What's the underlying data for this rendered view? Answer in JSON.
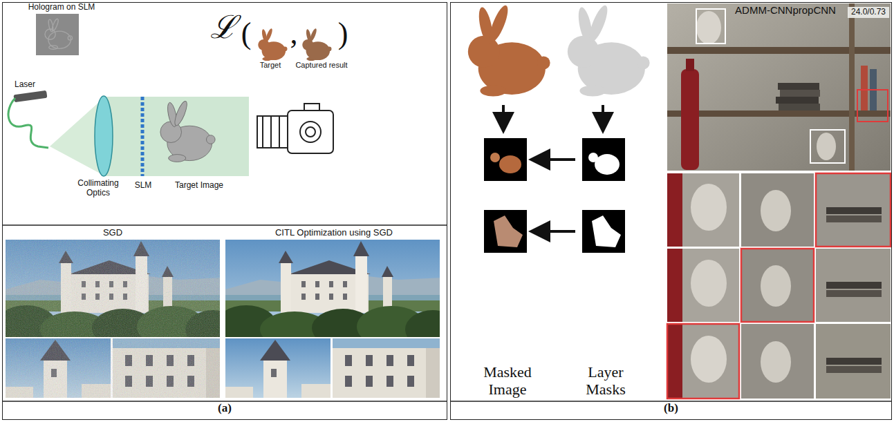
{
  "diagram": {
    "nodes": [
      {
        "text": [
          "(a)"
        ]
      },
      {
        "text": [
          "(b)"
        ]
      }
    ],
    "labels": [
      "Hologram on SLM",
      "ℒ",
      "(",
      "Target",
      ",",
      "Captured result",
      ")",
      "Laser",
      "Collimating Optics",
      "SLM",
      "Target Image",
      "SGD",
      "CITL Optimization using SGD",
      "Masked Image",
      "Layer Masks",
      "ADMM-CNNpropCNN",
      "24.0/0.73"
    ]
  }
}
